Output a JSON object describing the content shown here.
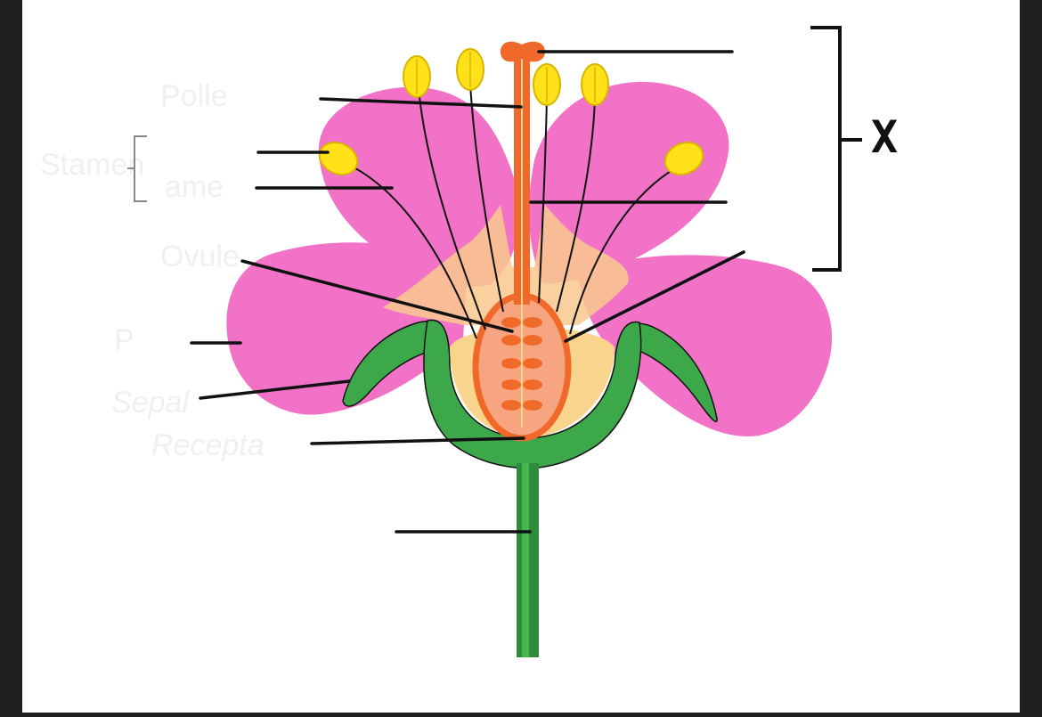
{
  "diagram": {
    "bracket_label": "X",
    "faint_labels": [
      "Polle",
      "Stamen",
      "ame",
      "Ovule",
      "P",
      "Sepal",
      "Recepta"
    ]
  },
  "colors": {
    "petal": "#f272c7",
    "petal_glow": "#f9c98d",
    "sepal": "#3ca84a",
    "stem": "#2e8b3a",
    "pistil": "#f0682a",
    "ovary_inner": "#f7a580",
    "ovule": "#f06a2a",
    "anther": "#ffe11a",
    "leader_line": "#111111"
  }
}
